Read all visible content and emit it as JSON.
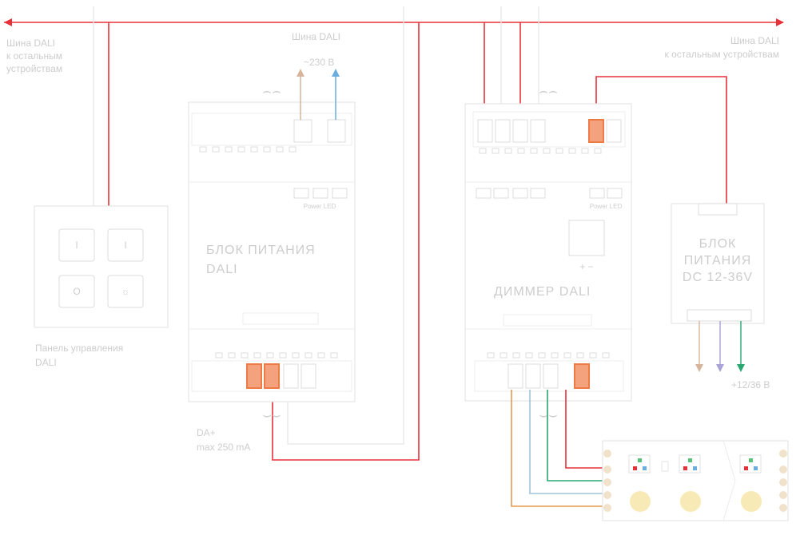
{
  "labels": {
    "bus_left": [
      "Шина DALI",
      "к остальным",
      "устройствам"
    ],
    "bus_center": "Шина DALI",
    "bus_right": [
      "Шина DALI",
      "к остальным устройствам"
    ],
    "voltage_230": "~230 В",
    "panel_caption": [
      "Панель управления",
      "DALI"
    ],
    "psu_label": [
      "БЛОК ПИТАНИЯ",
      "DALI"
    ],
    "dimmer_label": "ДИММЕР DALI",
    "psu_dc_label": [
      "БЛОК",
      "ПИТАНИЯ",
      "DC 12-36V"
    ],
    "psu_output": [
      "DA+",
      "max 250 mA"
    ],
    "dc_output": "+12/36 В",
    "power_led_left": "Power LED",
    "power_led_right": "Power LED"
  },
  "panel_buttons": {
    "on_icon": "I",
    "off_icon": "O",
    "sun_icon": "☼"
  },
  "colors": {
    "bus": "#e8303a",
    "terminal_orange": "#f4a27e",
    "arrow_brown": "#d7b59c",
    "arrow_blue": "#6aaee0",
    "wire_green": "#2aa872",
    "wire_orange": "#e59a4e",
    "wire_purple": "#a8a2d6",
    "wire_lightblue": "#9fc3d6"
  }
}
